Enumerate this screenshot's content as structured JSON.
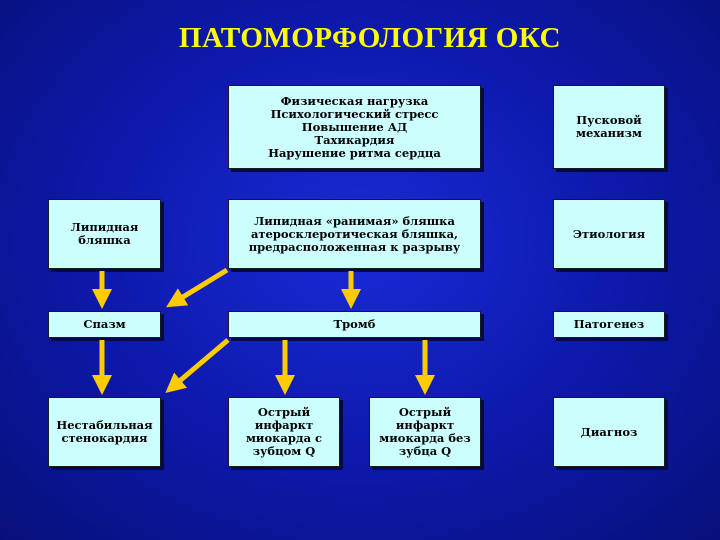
{
  "title": "ПАТОМОРФОЛОГИЯ ОКС",
  "boxes": {
    "triggers": [
      "Физическая нагрузка",
      "Психологический стресс",
      "Повышение АД",
      "Тахикардия",
      "Нарушение ритма сердца"
    ],
    "trigger_mechanism": [
      "Пусковой",
      "механизм"
    ],
    "lipid_plaque": [
      "Липидная",
      "бляшка"
    ],
    "vulnerable_plaque": [
      "Липидная «ранимая» бляшка",
      "атеросклеротическая бляшка,",
      "предрасположенная к разрыву"
    ],
    "etiology": [
      "Этиология"
    ],
    "spasm": [
      "Спазм"
    ],
    "thrombus": [
      "Тромб"
    ],
    "pathogenesis": [
      "Патогенез"
    ],
    "unstable_angina": [
      "Нестабильная",
      "стенокардия"
    ],
    "mi_q": [
      "Острый",
      "инфаркт",
      "миокарда с",
      "зубцом Q"
    ],
    "mi_no_q": [
      "Острый",
      "инфаркт",
      "миокарда без",
      "зубца Q"
    ],
    "diagnosis": [
      "Диагноз"
    ]
  },
  "colors": {
    "background": "#0c18a8",
    "title": "#ffff00",
    "box_fill": "#ccffff",
    "arrow": "#ffcc00"
  }
}
